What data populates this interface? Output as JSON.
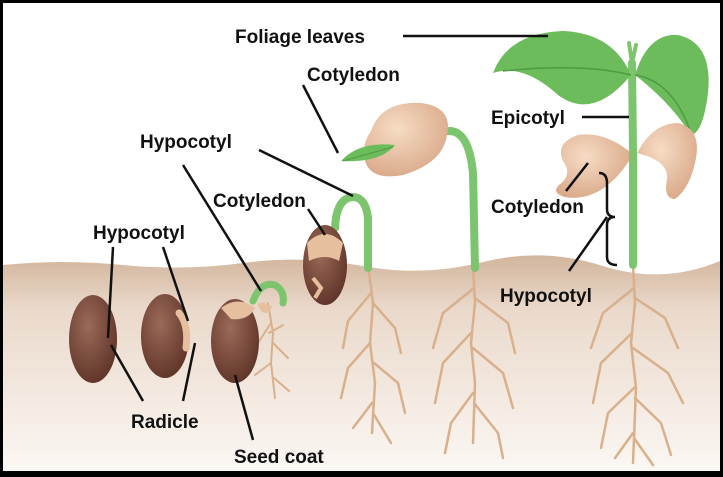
{
  "labels": {
    "foliage_leaves": "Foliage leaves",
    "cotyledon_top": "Cotyledon",
    "hypocotyl_top": "Hypocotyl",
    "cotyledon_mid": "Cotyledon",
    "hypocotyl_left": "Hypocotyl",
    "epicotyl": "Epicotyl",
    "cotyledon_right": "Cotyledon",
    "hypocotyl_right": "Hypocotyl",
    "radicle": "Radicle",
    "seed_coat": "Seed coat"
  },
  "colors": {
    "seed": "#7b4a3c",
    "cotyledon": "#e6bf9e",
    "stem": "#7dc46e",
    "leaf": "#6cbc5c",
    "root": "#d9b08c",
    "soil": "#d6bca4",
    "label_line": "#111111"
  }
}
